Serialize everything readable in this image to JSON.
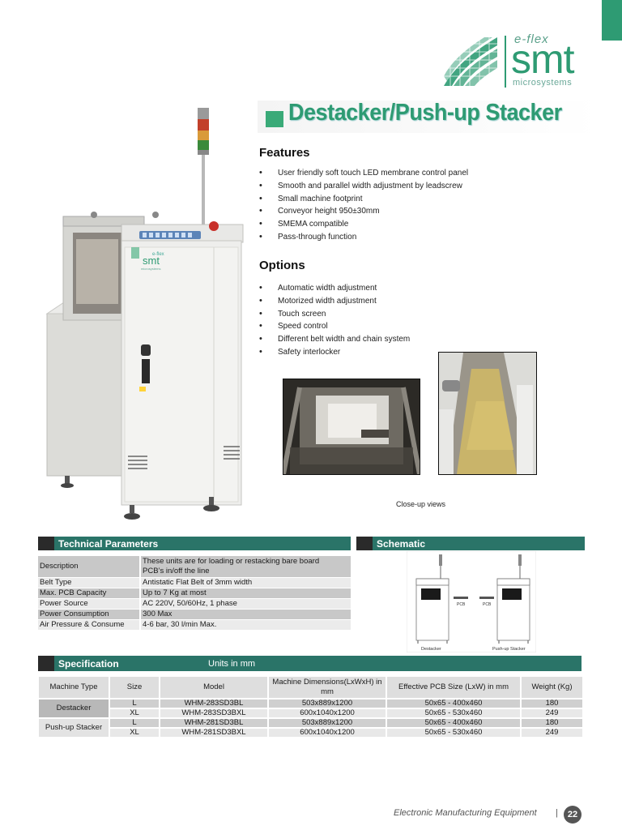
{
  "logo": {
    "eflex": "e-flex",
    "smt": "smt",
    "micro": "microsystems"
  },
  "title": "Destacker/Push-up Stacker",
  "features": {
    "heading": "Features",
    "items": [
      "User friendly soft touch LED membrane control panel",
      "Smooth and parallel width adjustment by leadscrew",
      "Small machine footprint",
      "Conveyor height 950±30mm",
      "SMEMA compatible",
      "Pass-through function"
    ]
  },
  "options": {
    "heading": "Options",
    "items": [
      "Automatic width adjustment",
      "Motorized width adjustment",
      "Touch screen",
      "Speed control",
      "Different belt width and chain system",
      "Safety interlocker"
    ]
  },
  "closeup_caption": "Close-up views",
  "machine_panel": {
    "eflex": "e-flex",
    "smt": "smt",
    "micro": "microsystems"
  },
  "tech": {
    "heading": "Technical Parameters",
    "rows": [
      {
        "k": "Description",
        "v1": "These units are for loading or restacking bare board",
        "v2": "PCB’s in/off the line"
      },
      {
        "k": "Belt Type",
        "v1": "Antistatic Flat Belt of 3mm width"
      },
      {
        "k": "Max. PCB Capacity",
        "v1": "Up to 7 Kg at most"
      },
      {
        "k": "Power Source",
        "v1": "AC 220V, 50/60Hz, 1 phase"
      },
      {
        "k": "Power Consumption",
        "v1": "300 Max"
      },
      {
        "k": "Air Pressure & Consume",
        "v1": "4-6 bar, 30 l/min Max."
      }
    ]
  },
  "schematic": {
    "heading": "Schematic",
    "left_label": "Destacker",
    "right_label": "Push-up Stacker",
    "pcb1": "PCB",
    "pcb2": "PCB"
  },
  "spec": {
    "heading": "Specification",
    "units": "Units in mm",
    "columns": [
      "Machine Type",
      "Size",
      "Model",
      "Machine Dimensions(LxWxH) in mm",
      "Effective PCB Size (LxW) in mm",
      "Weight (Kg)"
    ],
    "groups": [
      {
        "type": "Destacker",
        "rows": [
          {
            "size": "L",
            "model": "WHM-283SD3BL",
            "dim": "503x889x1200",
            "pcb": "50x65 - 400x460",
            "weight": "180"
          },
          {
            "size": "XL",
            "model": "WHM-283SD3BXL",
            "dim": "600x1040x1200",
            "pcb": "50x65 - 530x460",
            "weight": "249"
          }
        ]
      },
      {
        "type": "Push-up Stacker",
        "rows": [
          {
            "size": "L",
            "model": "WHM-281SD3BL",
            "dim": "503x889x1200",
            "pcb": "50x65 - 400x460",
            "weight": "180"
          },
          {
            "size": "XL",
            "model": "WHM-281SD3BXL",
            "dim": "600x1040x1200",
            "pcb": "50x65 - 530x460",
            "weight": "249"
          }
        ]
      }
    ]
  },
  "footer": {
    "text": "Electronic Manufacturing Equipment",
    "sep": "|",
    "page": "22"
  },
  "colors": {
    "brand_green": "#2e9b73",
    "header_teal": "#2a7468"
  }
}
